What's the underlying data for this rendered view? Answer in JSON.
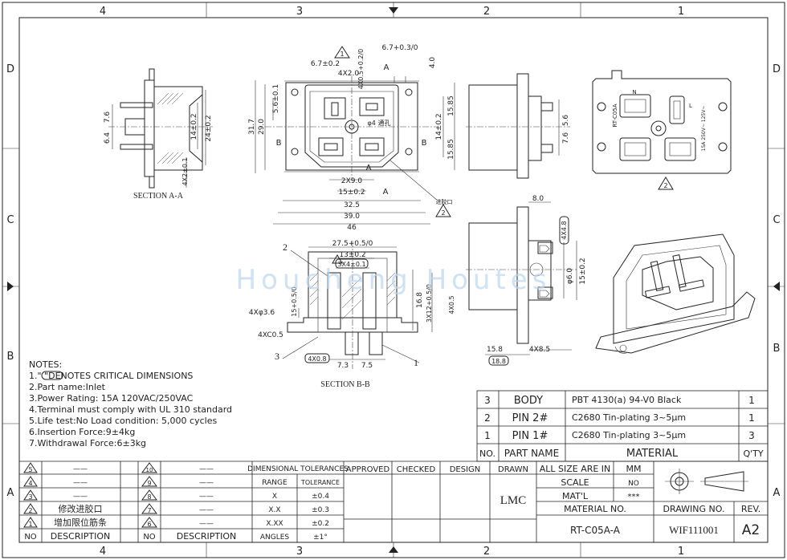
{
  "border": {
    "top_zones": [
      "4",
      "3",
      "2",
      "1"
    ],
    "bottom_zones": [
      "4",
      "3",
      "2",
      "1"
    ],
    "left_zones": [
      "D",
      "C",
      "B",
      "A"
    ],
    "right_zones": [
      "D",
      "C",
      "B",
      "A"
    ]
  },
  "watermark": "Houcheng Houtes",
  "views": {
    "section_aa_title": "SECTION A-A",
    "section_bb_title": "SECTION B-B",
    "section_aa_dims": {
      "d1": "7.6",
      "d2": "6.4",
      "d3": "14±0.2",
      "d4": "24±0.2",
      "d5": "4X2±0.1"
    },
    "front_dims": {
      "top1": "6.7±0.2",
      "top2": "4X0.5+0.2/0",
      "top3": "6.7+0.3/0",
      "top4": "4.0",
      "top5": "4X2.0",
      "left1": "31.7",
      "left2": "29.0",
      "left3": "5.6±0.1",
      "right1": "15.85",
      "right2": "14±0.2",
      "right3": "15.85",
      "bot1": "2X9.0",
      "bot2": "15±0.2",
      "bot3": "32.5",
      "bot4": "39.0",
      "bot5": "46",
      "center_hole": "φ4 通孔",
      "gate": "进胶口",
      "sec_a": "A",
      "sec_b": "B"
    },
    "side_dims": {
      "d1": "5.6",
      "d2": "7.6"
    },
    "bottom_view_text": {
      "brand": "RT-C05A",
      "rating": "15A 250V~ 125V~",
      "pin_n": "N",
      "pin_l": "L"
    },
    "section_bb_dims": {
      "d1": "27.5+0.5/0",
      "d2": "13±0.2",
      "d3": "3X4±0.1",
      "d4": "4Xφ3.6",
      "d5": "4XC0.5",
      "d6": "15+0.5/0",
      "d7": "16.8",
      "d8": "3X12+0.5/0",
      "d9": "4X0.5",
      "d10": "4X0.8",
      "d11": "7.3",
      "d12": "7.5"
    },
    "pin_view_dims": {
      "d1": "8.0",
      "d2": "4X4.8",
      "d3": "φ6.0",
      "d4": "15±0.2",
      "d5": "15.8",
      "d6": "4X8.5",
      "d7": "18.8"
    },
    "balloons": {
      "b1": "1",
      "b2": "2",
      "b3": "3"
    },
    "critical_markers": {
      "c1": "1",
      "c2": "2"
    }
  },
  "notes": {
    "title": "NOTES:",
    "lines": [
      "1.\"    \"DENOTES CRITICAL DIMENSIONS",
      "2.Part name:Inlet",
      "3.Power Rating: 15A 120VAC/250VAC",
      "4.Terminal must comply with UL 310 standard",
      "5.Life test:No Load condition: 5,000 cycles",
      "6.Insertion Force:9±4kg",
      "7.Withdrawal Force:6±3kg"
    ]
  },
  "bom": {
    "rows": [
      {
        "no": "3",
        "part": "BODY",
        "material": "PBT 4130(a) 94-V0 Black",
        "qty": "1"
      },
      {
        "no": "2",
        "part": "PIN 2#",
        "material": "C2680    Tin-plating 3~5μm",
        "qty": "1"
      },
      {
        "no": "1",
        "part": "PIN 1#",
        "material": "C2680    Tin-plating 3~5μm",
        "qty": "3"
      }
    ],
    "header": {
      "no": "NO.",
      "part": "PART NAME",
      "material": "MATERIAL",
      "qty": "Q'TY"
    }
  },
  "revisions": {
    "left": [
      {
        "no": "5",
        "desc": "——"
      },
      {
        "no": "4",
        "desc": "——"
      },
      {
        "no": "3",
        "desc": "——"
      },
      {
        "no": "2",
        "desc": "修改进胶口"
      },
      {
        "no": "1",
        "desc": "增加限位筋条"
      }
    ],
    "right": [
      {
        "no": "10",
        "desc": "——"
      },
      {
        "no": "9",
        "desc": "——"
      },
      {
        "no": "8",
        "desc": "——"
      },
      {
        "no": "7",
        "desc": "——"
      },
      {
        "no": "6",
        "desc": "——"
      }
    ],
    "col_no": "NO",
    "col_desc": "DESCRIPTION"
  },
  "tolerances": {
    "title": "DIMENSIONAL TOLERANCES",
    "col_range": "RANGE",
    "col_tol": "TOLERANCE",
    "rows": [
      {
        "range": "X",
        "tol": "±0.4"
      },
      {
        "range": "X.X",
        "tol": "±0.3"
      },
      {
        "range": "X.XX",
        "tol": "±0.2"
      },
      {
        "range": "ANGLES",
        "tol": "±1°"
      }
    ]
  },
  "approvals": {
    "approved": "APPROVED",
    "checked": "CHECKED",
    "design": "DESIGN",
    "drawn": "DRAWN",
    "drawn_by": "LMC"
  },
  "titleblock": {
    "all_size": "ALL SIZE ARE IN",
    "unit": "MM",
    "scale_label": "SCALE",
    "scale": "NO",
    "matl_label": "MAT'L",
    "matl": "***",
    "material_no_label": "MATERIAL NO.",
    "material_no": "RT-C05A-A",
    "drawing_no_label": "DRAWING NO.",
    "drawing_no": "WIF111001",
    "rev_label": "REV.",
    "rev": "A2"
  }
}
